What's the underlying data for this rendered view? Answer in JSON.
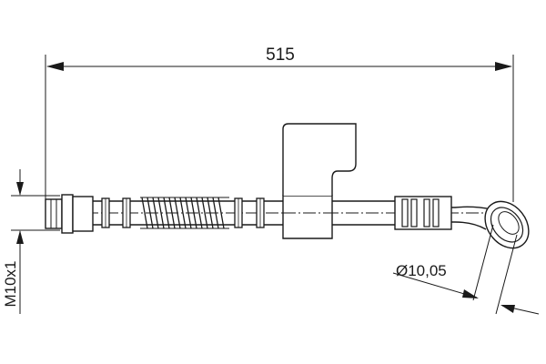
{
  "drawing": {
    "total_length": "515",
    "thread_label": "M10x1",
    "eye_diameter_label": "Ø10,05"
  }
}
